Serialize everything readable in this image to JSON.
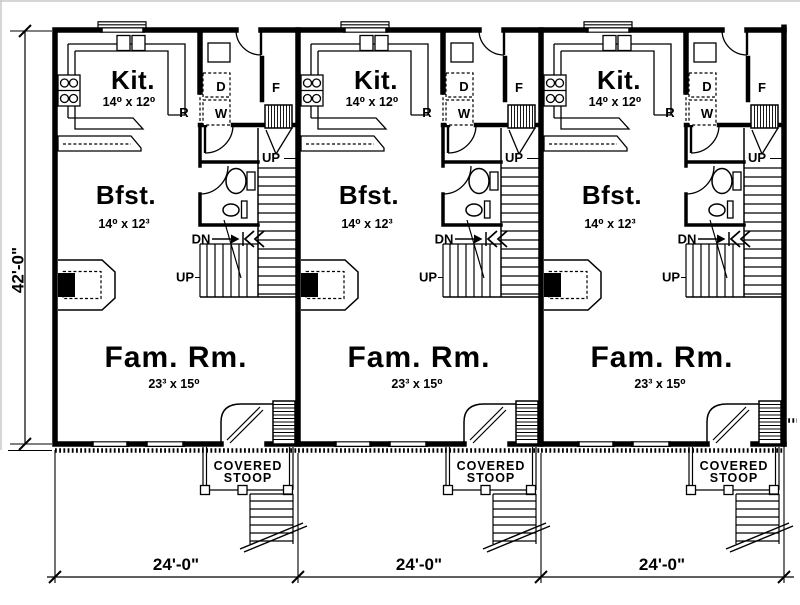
{
  "plan": {
    "rooms": {
      "kitchen": {
        "label": "Kit.",
        "dims": "14⁰ x 12⁰"
      },
      "breakfast": {
        "label": "Bfst.",
        "dims": "14⁰ x 12³"
      },
      "family": {
        "label": "Fam. Rm.",
        "dims": "23³ x 15⁰"
      }
    },
    "fixtures": {
      "refrigerator": "R",
      "dryer": "D",
      "washer": "W",
      "furnace": "F"
    },
    "stairs": {
      "up": "UP",
      "down": "DN"
    },
    "stoop": {
      "line1": "COVERED",
      "line2": "STOOP"
    },
    "dimensions": {
      "depth": "42'-0\"",
      "unit_widths": [
        "24'-0\"",
        "24'-0\"",
        "24'-0\""
      ]
    }
  }
}
